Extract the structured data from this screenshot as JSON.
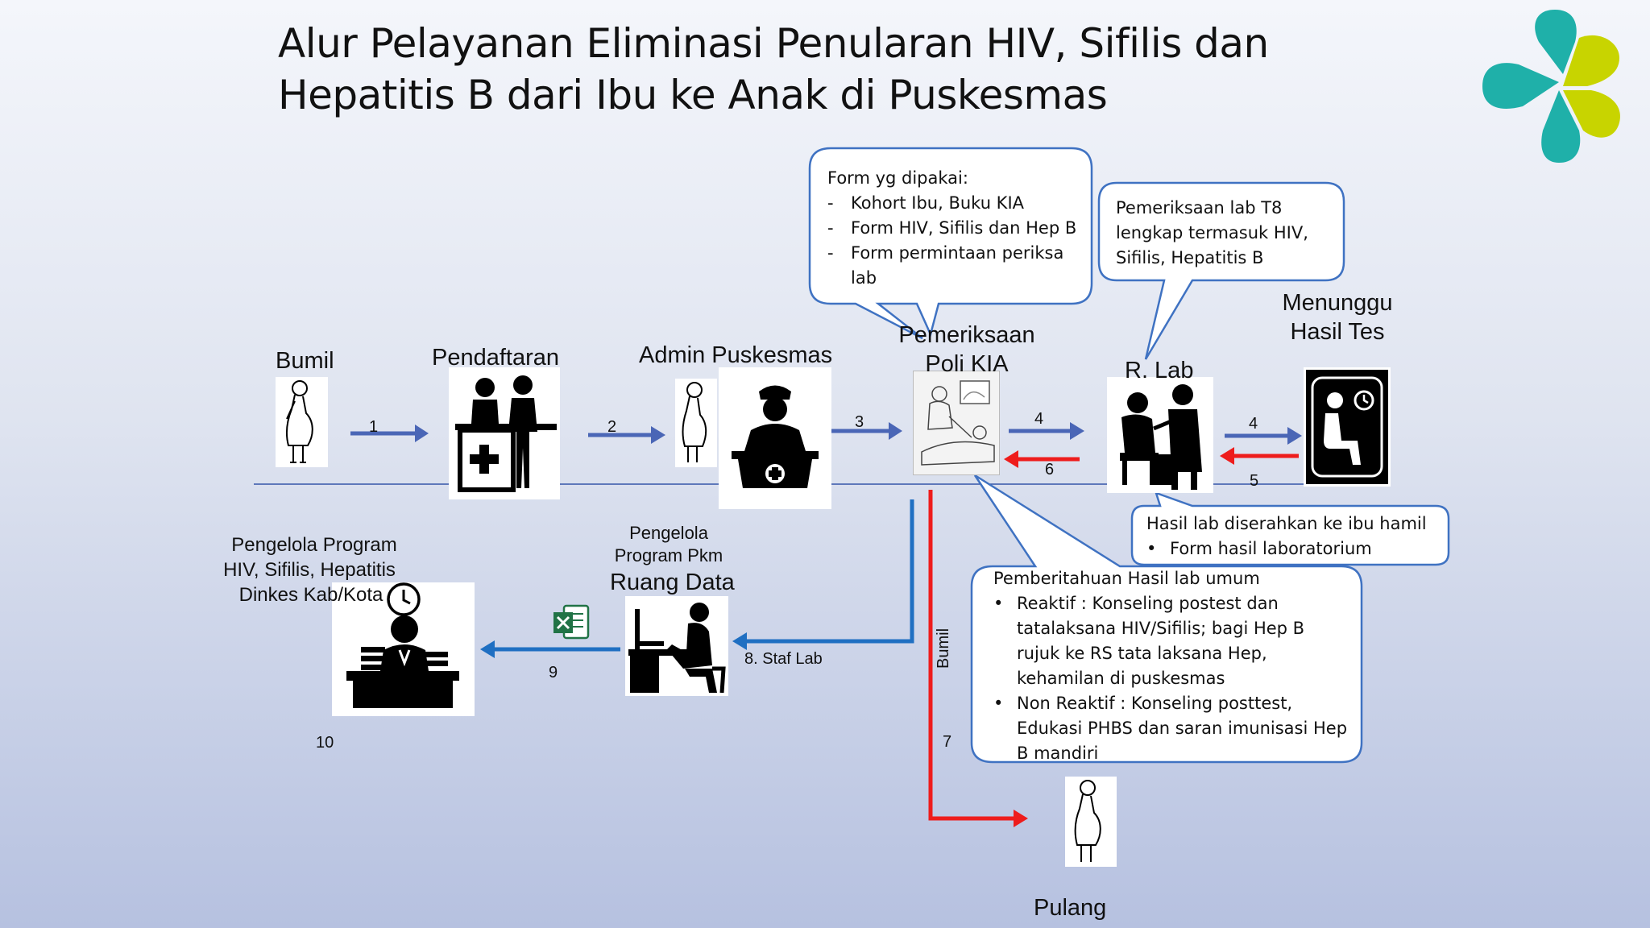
{
  "title": {
    "line1": "Alur Pelayanan Eliminasi Penularan HIV, Sifilis dan",
    "line2": "Hepatitis B dari Ibu ke Anak di Puskesmas"
  },
  "stations": {
    "bumil": "Bumil",
    "pendaftaran": "Pendaftaran",
    "admin": "Admin Puskesmas",
    "poli_line1": "Pemeriksaan",
    "poli_line2": "Poli KIA",
    "lab": "R. Lab",
    "menunggu_line1": "Menunggu",
    "menunggu_line2": "Hasil Tes",
    "pengelola_dinkes_line1": "Pengelola Program",
    "pengelola_dinkes_line2": "HIV, Sifilis, Hepatitis",
    "pengelola_dinkes_line3": "Dinkes Kab/Kota",
    "pengelola_pkm_line1": "Pengelola",
    "pengelola_pkm_line2": "Program Pkm",
    "ruang_data": "Ruang Data",
    "pulang": "Pulang"
  },
  "steps": {
    "s1": "1",
    "s2": "2",
    "s3": "3",
    "s4a": "4",
    "s4b": "4",
    "s5": "5",
    "s6": "6",
    "s7": "7",
    "s8": "8.  Staf Lab",
    "s9": "9",
    "s10": "10",
    "bumil_vertical": "Bumil"
  },
  "callouts": {
    "forms": {
      "heading": "Form yg dipakai:",
      "items": [
        "Kohort Ibu, Buku KIA",
        "Form HIV, Sifilis dan Hep B",
        "Form permintaan periksa",
        "lab"
      ]
    },
    "lab_exam": {
      "line1": "Pemeriksaan  lab T8",
      "line2": "lengkap termasuk  HIV,",
      "line3": "Sifilis, Hepatitis B"
    },
    "hasil": {
      "heading": "Hasil  lab diserahkan ke  ibu hamil",
      "item": "Form hasil laboratorium"
    },
    "pemberitahuan": {
      "heading": "Pemberitahuan Hasil  lab umum",
      "reaktif": [
        "Reaktif : Konseling postest dan",
        "tatalaksana HIV/Sifilis; bagi Hep B",
        "rujuk ke RS tata laksana Hep,",
        "kehamilan di puskesmas"
      ],
      "non_reaktif": [
        "Non Reaktif : Konseling posttest,",
        "Edukasi PHBS dan saran imunisasi Hep",
        "B mandiri"
      ]
    }
  },
  "colors": {
    "blue_arrow": "#4a66b6",
    "blue_line": "#1f6fc2",
    "red_arrow": "#ee1c1c",
    "callout_border": "#3f72c2",
    "logo_teal": "#1fb0a9",
    "logo_lime": "#c8d400"
  },
  "icons": [
    "pregnant-woman-icon",
    "registration-desk-icon",
    "nurse-desk-icon",
    "ultrasound-photo-icon",
    "lab-technician-icon",
    "waiting-room-icon",
    "excel-file-icon",
    "office-worker-icon",
    "manager-desk-icon",
    "clock-icon",
    "ministry-logo-icon"
  ]
}
